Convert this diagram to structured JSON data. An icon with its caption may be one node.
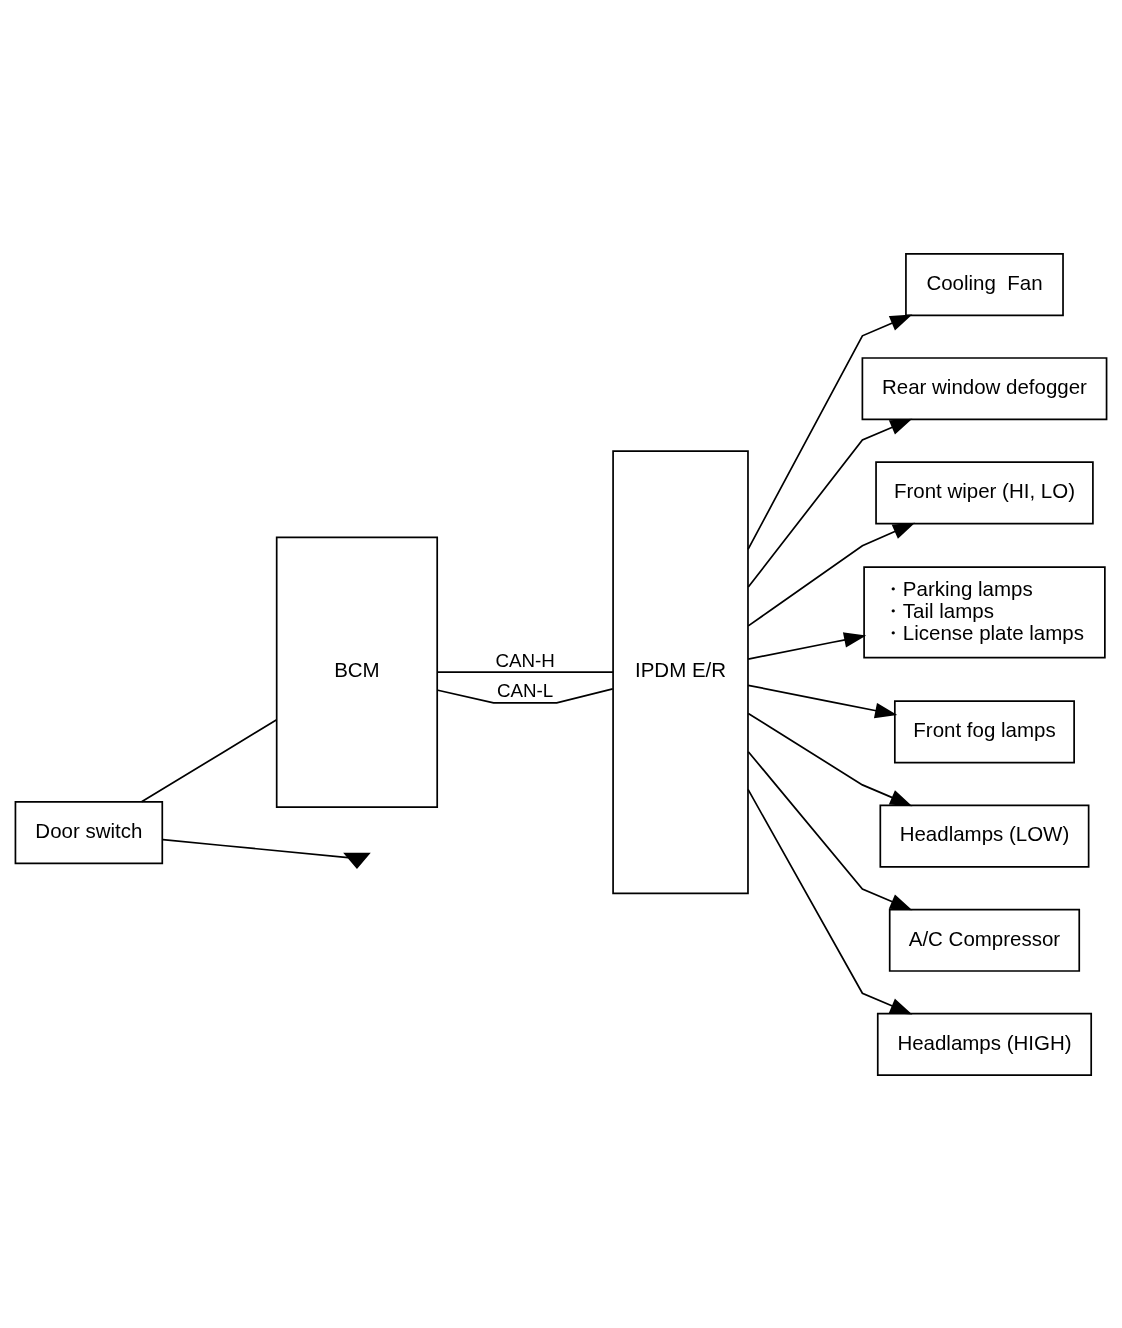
{
  "diagram": {
    "nodes": [
      {
        "text": [
          "Door switch"
        ]
      },
      {
        "text": [
          "BCM"
        ]
      },
      {
        "text": [
          "IPDM E/R"
        ]
      },
      {
        "text": [
          "Cooling  Fan"
        ]
      },
      {
        "text": [
          "Rear window defogger"
        ]
      },
      {
        "text": [
          "Front wiper (HI, LO)"
        ]
      },
      {
        "text": [
          "・Parking lamps",
          "・Tail lamps",
          "・License plate lamps"
        ]
      },
      {
        "text": [
          "Front fog lamps"
        ]
      },
      {
        "text": [
          "Headlamps (LOW)"
        ]
      },
      {
        "text": [
          "A/C Compressor"
        ]
      },
      {
        "text": [
          "Headlamps (HIGH)"
        ]
      },
      {
        "text": [],
        "shape": "ground"
      }
    ],
    "edges": [
      {
        "from": 0,
        "to": 1,
        "arrow": "none"
      },
      {
        "from": 1,
        "to": 2,
        "arrow": "none",
        "label": "CAN-H"
      },
      {
        "from": 1,
        "to": 2,
        "arrow": "none",
        "label": "CAN-L"
      },
      {
        "from": 2,
        "to": 3,
        "arrow": "to"
      },
      {
        "from": 2,
        "to": 4,
        "arrow": "to"
      },
      {
        "from": 2,
        "to": 5,
        "arrow": "to"
      },
      {
        "from": 2,
        "to": 6,
        "arrow": "to"
      },
      {
        "from": 2,
        "to": 7,
        "arrow": "to"
      },
      {
        "from": 2,
        "to": 8,
        "arrow": "to"
      },
      {
        "from": 2,
        "to": 9,
        "arrow": "to"
      },
      {
        "from": 2,
        "to": 10,
        "arrow": "to"
      },
      {
        "from": 0,
        "to": 11,
        "arrow": "none"
      }
    ]
  }
}
